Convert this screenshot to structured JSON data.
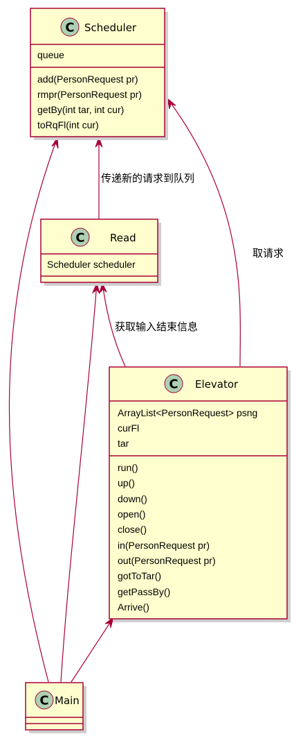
{
  "classes": {
    "scheduler": {
      "glyph": "C",
      "name": "Scheduler",
      "attributes": [
        "queue"
      ],
      "methods": [
        "add(PersonRequest pr)",
        "rmpr(PersonRequest pr)",
        "getBy(int tar, int cur)",
        "toRqFl(int cur)"
      ]
    },
    "read": {
      "glyph": "C",
      "name": "Read",
      "attributes": [
        "Scheduler scheduler"
      ],
      "methods": []
    },
    "elevator": {
      "glyph": "C",
      "name": "Elevator",
      "attributes": [
        "ArrayList<PersonRequest> psng",
        "curFl",
        "tar"
      ],
      "methods": [
        "run()",
        "up()",
        "down()",
        "open()",
        "close()",
        "in(PersonRequest pr)",
        "out(PersonRequest pr)",
        "gotToTar()",
        "getPassBy()",
        "Arrive()"
      ]
    },
    "main": {
      "glyph": "C",
      "name": "Main",
      "attributes": [],
      "methods": []
    }
  },
  "relations": {
    "read_to_scheduler": "传递新的请求到队列",
    "elevator_to_scheduler": "取请求",
    "elevator_to_read": "获取输入结束信息"
  },
  "colors": {
    "class_fill": "#FEFECE",
    "border": "#A80036",
    "class_glyph": "#ADD1B2"
  }
}
